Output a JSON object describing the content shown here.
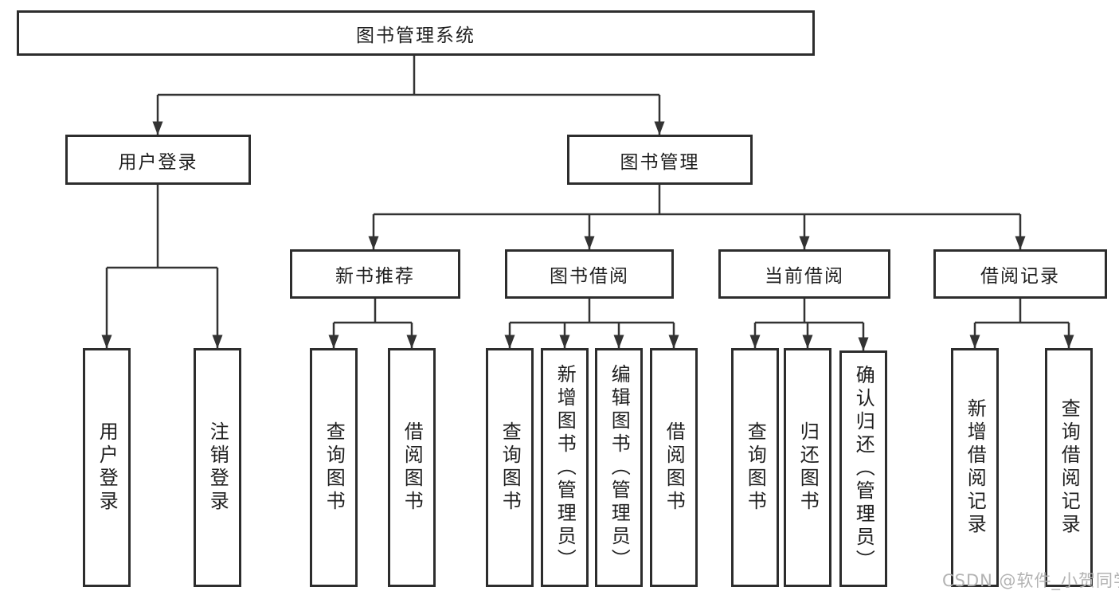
{
  "diagram": {
    "type": "hierarchy-diagram",
    "tree": {
      "label": "图书管理系统",
      "children": [
        {
          "label": "用户登录",
          "children": [
            {
              "label": "用户登录"
            },
            {
              "label": "注销登录"
            }
          ]
        },
        {
          "label": "图书管理",
          "children": [
            {
              "label": "新书推荐",
              "children": [
                {
                  "label": "查询图书"
                },
                {
                  "label": "借阅图书"
                }
              ]
            },
            {
              "label": "图书借阅",
              "children": [
                {
                  "label": "查询图书"
                },
                {
                  "label": "新增图书（管理员）"
                },
                {
                  "label": "编辑图书（管理员）"
                },
                {
                  "label": "借阅图书"
                }
              ]
            },
            {
              "label": "当前借阅",
              "children": [
                {
                  "label": "查询图书"
                },
                {
                  "label": "归还图书"
                },
                {
                  "label": "确认归还（管理员）"
                }
              ]
            },
            {
              "label": "借阅记录",
              "children": [
                {
                  "label": "新增借阅记录"
                },
                {
                  "label": "查询借阅记录"
                }
              ]
            }
          ]
        }
      ]
    },
    "colors": {
      "line": "#333333",
      "box_border": "#2d2d2d",
      "text": "#1f1f1f",
      "background": "#ffffff",
      "watermark": "#b3b3b3"
    }
  },
  "watermark": {
    "text": "CSDN @软件_小贺同学"
  }
}
